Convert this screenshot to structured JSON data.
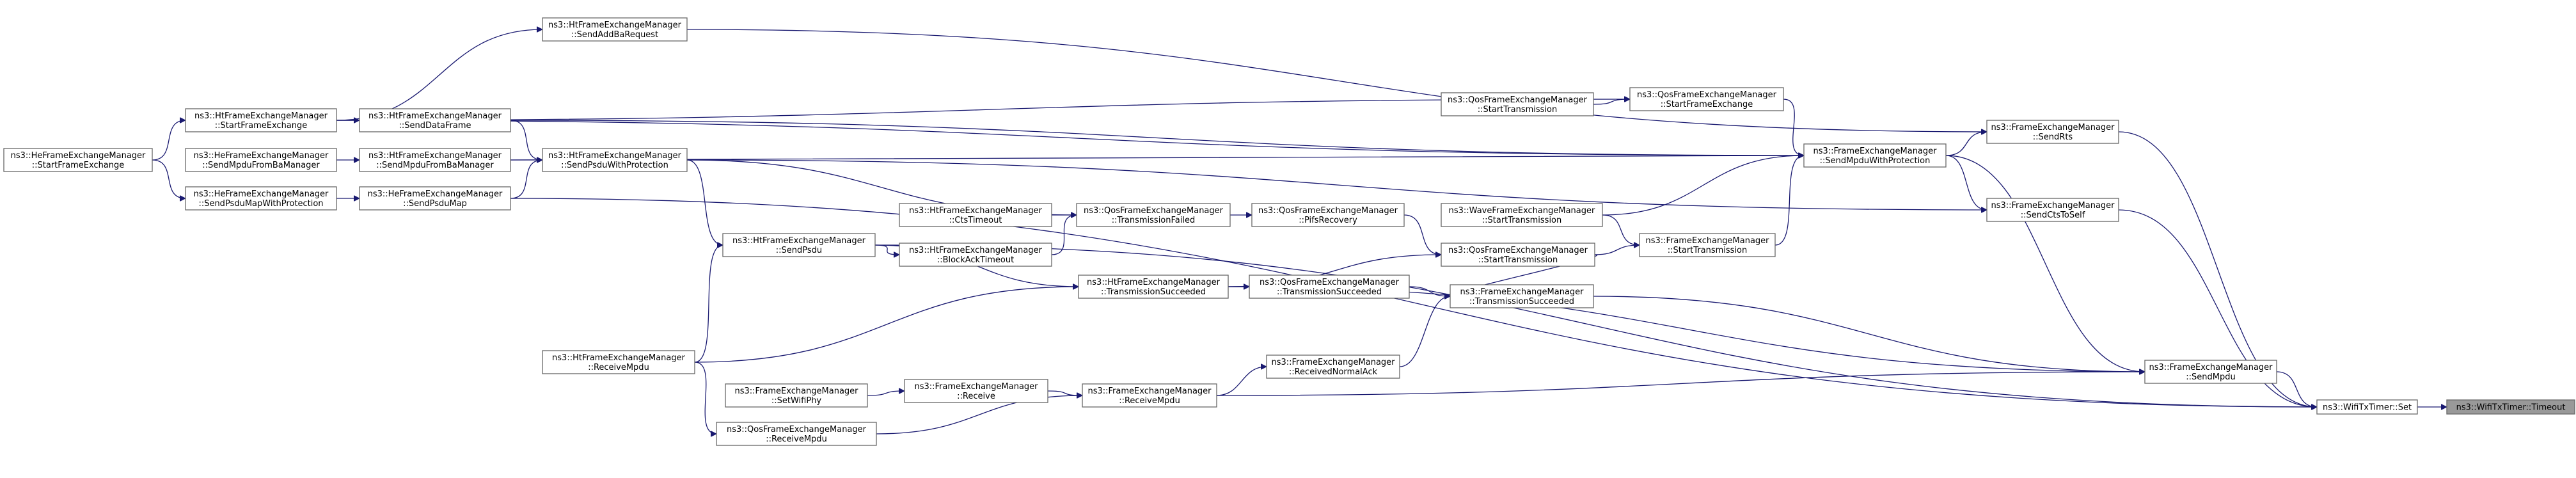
{
  "graph": {
    "nodes": [
      {
        "id": "timeout",
        "lines": [
          "ns3::WifiTxTimer::Timeout"
        ],
        "root": true
      },
      {
        "id": "set",
        "lines": [
          "ns3::WifiTxTimer::Set"
        ]
      },
      {
        "id": "sendrts",
        "lines": [
          "ns3::FrameExchangeManager",
          "::SendRts"
        ]
      },
      {
        "id": "sendcts",
        "lines": [
          "ns3::FrameExchangeManager",
          "::SendCtsToSelf"
        ]
      },
      {
        "id": "sendmpdu",
        "lines": [
          "ns3::FrameExchangeManager",
          "::SendMpdu"
        ]
      },
      {
        "id": "sendmpduwp",
        "lines": [
          "ns3::FrameExchangeManager",
          "::SendMpduWithProtection"
        ]
      },
      {
        "id": "starttx",
        "lines": [
          "ns3::FrameExchangeManager",
          "::StartTransmission"
        ]
      },
      {
        "id": "txsucc",
        "lines": [
          "ns3::FrameExchangeManager",
          "::TransmissionSucceeded"
        ]
      },
      {
        "id": "qosstartfe",
        "lines": [
          "ns3::QosFrameExchangeManager",
          "::StartFrameExchange"
        ]
      },
      {
        "id": "qosstarttx1",
        "lines": [
          "ns3::QosFrameExchangeManager",
          "::StartTransmission"
        ]
      },
      {
        "id": "wavestarttx",
        "lines": [
          "ns3::WaveFrameExchangeManager",
          "::StartTransmission"
        ]
      },
      {
        "id": "qosstarttx2",
        "lines": [
          "ns3::QosFrameExchangeManager",
          "::StartTransmission"
        ]
      },
      {
        "id": "qostxsucc",
        "lines": [
          "ns3::QosFrameExchangeManager",
          "::TransmissionSucceeded"
        ]
      },
      {
        "id": "pifs",
        "lines": [
          "ns3::QosFrameExchangeManager",
          "::PifsRecovery"
        ]
      },
      {
        "id": "recvnormalack",
        "lines": [
          "ns3::FrameExchangeManager",
          "::ReceivedNormalAck"
        ]
      },
      {
        "id": "recvmpdu",
        "lines": [
          "ns3::FrameExchangeManager",
          "::ReceiveMpdu"
        ]
      },
      {
        "id": "qostxfailed",
        "lines": [
          "ns3::QosFrameExchangeManager",
          "::TransmissionFailed"
        ]
      },
      {
        "id": "httxsucc",
        "lines": [
          "ns3::HtFrameExchangeManager",
          "::TransmissionSucceeded"
        ]
      },
      {
        "id": "ctstimeout",
        "lines": [
          "ns3::HtFrameExchangeManager",
          "::CtsTimeout"
        ]
      },
      {
        "id": "blockacktimeout",
        "lines": [
          "ns3::HtFrameExchangeManager",
          "::BlockAckTimeout"
        ]
      },
      {
        "id": "fereceive",
        "lines": [
          "ns3::FrameExchangeManager",
          "::Receive"
        ]
      },
      {
        "id": "qosrecvmpdu",
        "lines": [
          "ns3::QosFrameExchangeManager",
          "::ReceiveMpdu"
        ]
      },
      {
        "id": "setwifiphy",
        "lines": [
          "ns3::FrameExchangeManager",
          "::SetWifiPhy"
        ]
      },
      {
        "id": "htsendpsdu",
        "lines": [
          "ns3::HtFrameExchangeManager",
          "::SendPsdu"
        ]
      },
      {
        "id": "htrecvmpdu",
        "lines": [
          "ns3::HtFrameExchangeManager",
          "::ReceiveMpdu"
        ]
      },
      {
        "id": "sendaddba",
        "lines": [
          "ns3::HtFrameExchangeManager",
          "::SendAddBaRequest"
        ]
      },
      {
        "id": "senddataframe",
        "lines": [
          "ns3::HtFrameExchangeManager",
          "::SendDataFrame"
        ]
      },
      {
        "id": "sendpsduwp",
        "lines": [
          "ns3::HtFrameExchangeManager",
          "::SendPsduWithProtection"
        ]
      },
      {
        "id": "sendmpdufromba",
        "lines": [
          "ns3::HtFrameExchangeManager",
          "::SendMpduFromBaManager"
        ]
      },
      {
        "id": "hesendpsdumap",
        "lines": [
          "ns3::HeFrameExchangeManager",
          "::SendPsduMap"
        ]
      },
      {
        "id": "htstartfe",
        "lines": [
          "ns3::HtFrameExchangeManager",
          "::StartFrameExchange"
        ]
      },
      {
        "id": "hesendmpdufromba",
        "lines": [
          "ns3::HeFrameExchangeManager",
          "::SendMpduFromBaManager"
        ]
      },
      {
        "id": "hesendpsdumapwp",
        "lines": [
          "ns3::HeFrameExchangeManager",
          "::SendPsduMapWithProtection"
        ]
      },
      {
        "id": "hestartfe",
        "lines": [
          "ns3::HeFrameExchangeManager",
          "::StartFrameExchange"
        ]
      }
    ],
    "edges": [
      [
        "timeout",
        "set"
      ],
      [
        "set",
        "sendrts"
      ],
      [
        "set",
        "sendcts"
      ],
      [
        "set",
        "sendmpdu"
      ],
      [
        "set",
        "htsendpsdu"
      ],
      [
        "set",
        "hesendpsdumap"
      ],
      [
        "sendrts",
        "sendmpduwp"
      ],
      [
        "sendrts",
        "sendaddba"
      ],
      [
        "sendcts",
        "sendmpduwp"
      ],
      [
        "sendcts",
        "sendpsduwp"
      ],
      [
        "sendmpdu",
        "sendmpduwp"
      ],
      [
        "sendmpdu",
        "txsucc"
      ],
      [
        "sendmpdu",
        "recvmpdu"
      ],
      [
        "sendmpdu",
        "httxsucc"
      ],
      [
        "sendmpduwp",
        "starttx"
      ],
      [
        "sendmpduwp",
        "qosstartfe"
      ],
      [
        "sendmpduwp",
        "wavestarttx"
      ],
      [
        "sendmpduwp",
        "htstartfe"
      ],
      [
        "sendmpduwp",
        "senddataframe"
      ],
      [
        "sendmpduwp",
        "sendmpdufromba"
      ],
      [
        "starttx",
        "qosstarttx2"
      ],
      [
        "starttx",
        "wavestarttx"
      ],
      [
        "txsucc",
        "qosstarttx2"
      ],
      [
        "txsucc",
        "qostxsucc"
      ],
      [
        "txsucc",
        "recvnormalack"
      ],
      [
        "qosstartfe",
        "qosstarttx1"
      ],
      [
        "qosstartfe",
        "htstartfe"
      ],
      [
        "qosstarttx2",
        "pifs"
      ],
      [
        "qosstarttx2",
        "httxsucc"
      ],
      [
        "qostxsucc",
        "httxsucc"
      ],
      [
        "pifs",
        "qostxfailed"
      ],
      [
        "recvnormalack",
        "recvmpdu"
      ],
      [
        "recvmpdu",
        "fereceive"
      ],
      [
        "recvmpdu",
        "qosrecvmpdu"
      ],
      [
        "qostxfailed",
        "ctstimeout"
      ],
      [
        "qostxfailed",
        "blockacktimeout"
      ],
      [
        "qostxfailed",
        "sendpsduwp"
      ],
      [
        "httxsucc",
        "htsendpsdu"
      ],
      [
        "httxsucc",
        "htrecvmpdu"
      ],
      [
        "blockacktimeout",
        "htsendpsdu"
      ],
      [
        "fereceive",
        "setwifiphy"
      ],
      [
        "htsendpsdu",
        "htrecvmpdu"
      ],
      [
        "htsendpsdu",
        "sendpsduwp"
      ],
      [
        "qosrecvmpdu",
        "htrecvmpdu"
      ],
      [
        "sendaddba",
        "htstartfe"
      ],
      [
        "senddataframe",
        "htstartfe"
      ],
      [
        "sendpsduwp",
        "senddataframe"
      ],
      [
        "sendpsduwp",
        "sendmpdufromba"
      ],
      [
        "sendpsduwp",
        "hesendpsdumap"
      ],
      [
        "sendmpdufromba",
        "hesendmpdufromba"
      ],
      [
        "hesendpsdumap",
        "hesendpsdumapwp"
      ],
      [
        "htstartfe",
        "hestartfe"
      ],
      [
        "hesendpsdumapwp",
        "hestartfe"
      ]
    ]
  }
}
